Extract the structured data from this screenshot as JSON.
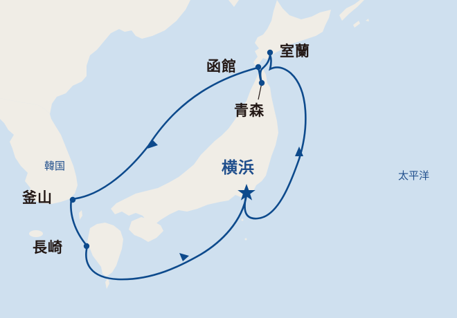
{
  "map": {
    "colors": {
      "sea": "#cfe0ef",
      "land": "#f0ede6",
      "route": "#0d4a8c",
      "port_text": "#231815",
      "region_text": "#1f4e8c"
    },
    "departure_port": {
      "name": "横浜",
      "marker": "star-icon"
    },
    "ports": [
      {
        "name": "室蘭",
        "marker": "dot"
      },
      {
        "name": "函館",
        "marker": "dot"
      },
      {
        "name": "青森",
        "marker": "dot"
      },
      {
        "name": "釜山",
        "marker": "dot"
      },
      {
        "name": "長崎",
        "marker": "dot"
      }
    ],
    "regions": [
      {
        "name": "韓国"
      },
      {
        "name": "太平洋"
      }
    ],
    "route_order": [
      "横浜",
      "室蘭",
      "青森",
      "函館",
      "釜山",
      "長崎",
      "横浜"
    ]
  }
}
